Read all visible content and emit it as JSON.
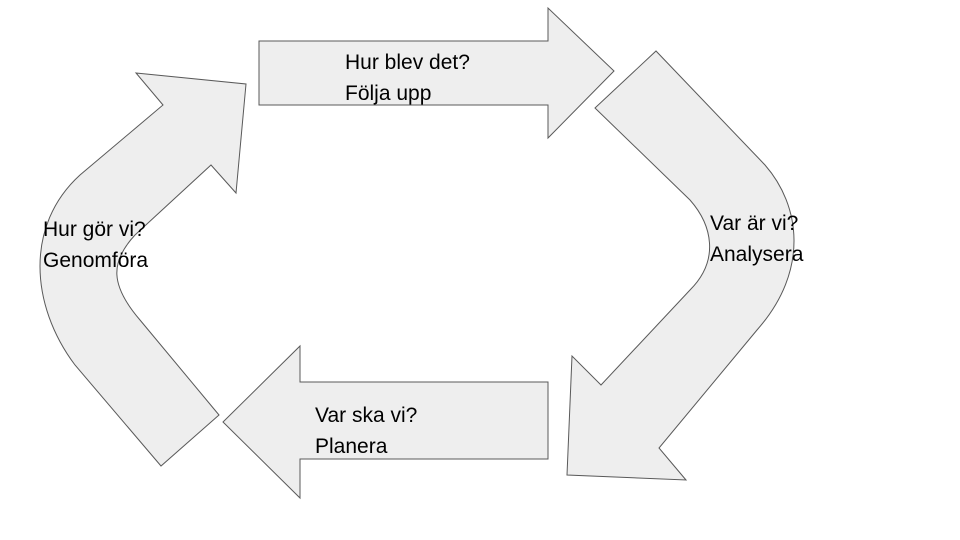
{
  "diagram": {
    "fill_color": "#eeeeee",
    "stroke_color": "#595959",
    "text_color": "#000000",
    "steps": [
      {
        "id": "top",
        "question": "Hur blev det?",
        "action": "Följa upp"
      },
      {
        "id": "right",
        "question": "Var är vi?",
        "action": "Analysera"
      },
      {
        "id": "bottom",
        "question": "Var ska vi?",
        "action": "Planera"
      },
      {
        "id": "left",
        "question": "Hur gör vi?",
        "action": "Genomföra"
      }
    ]
  }
}
